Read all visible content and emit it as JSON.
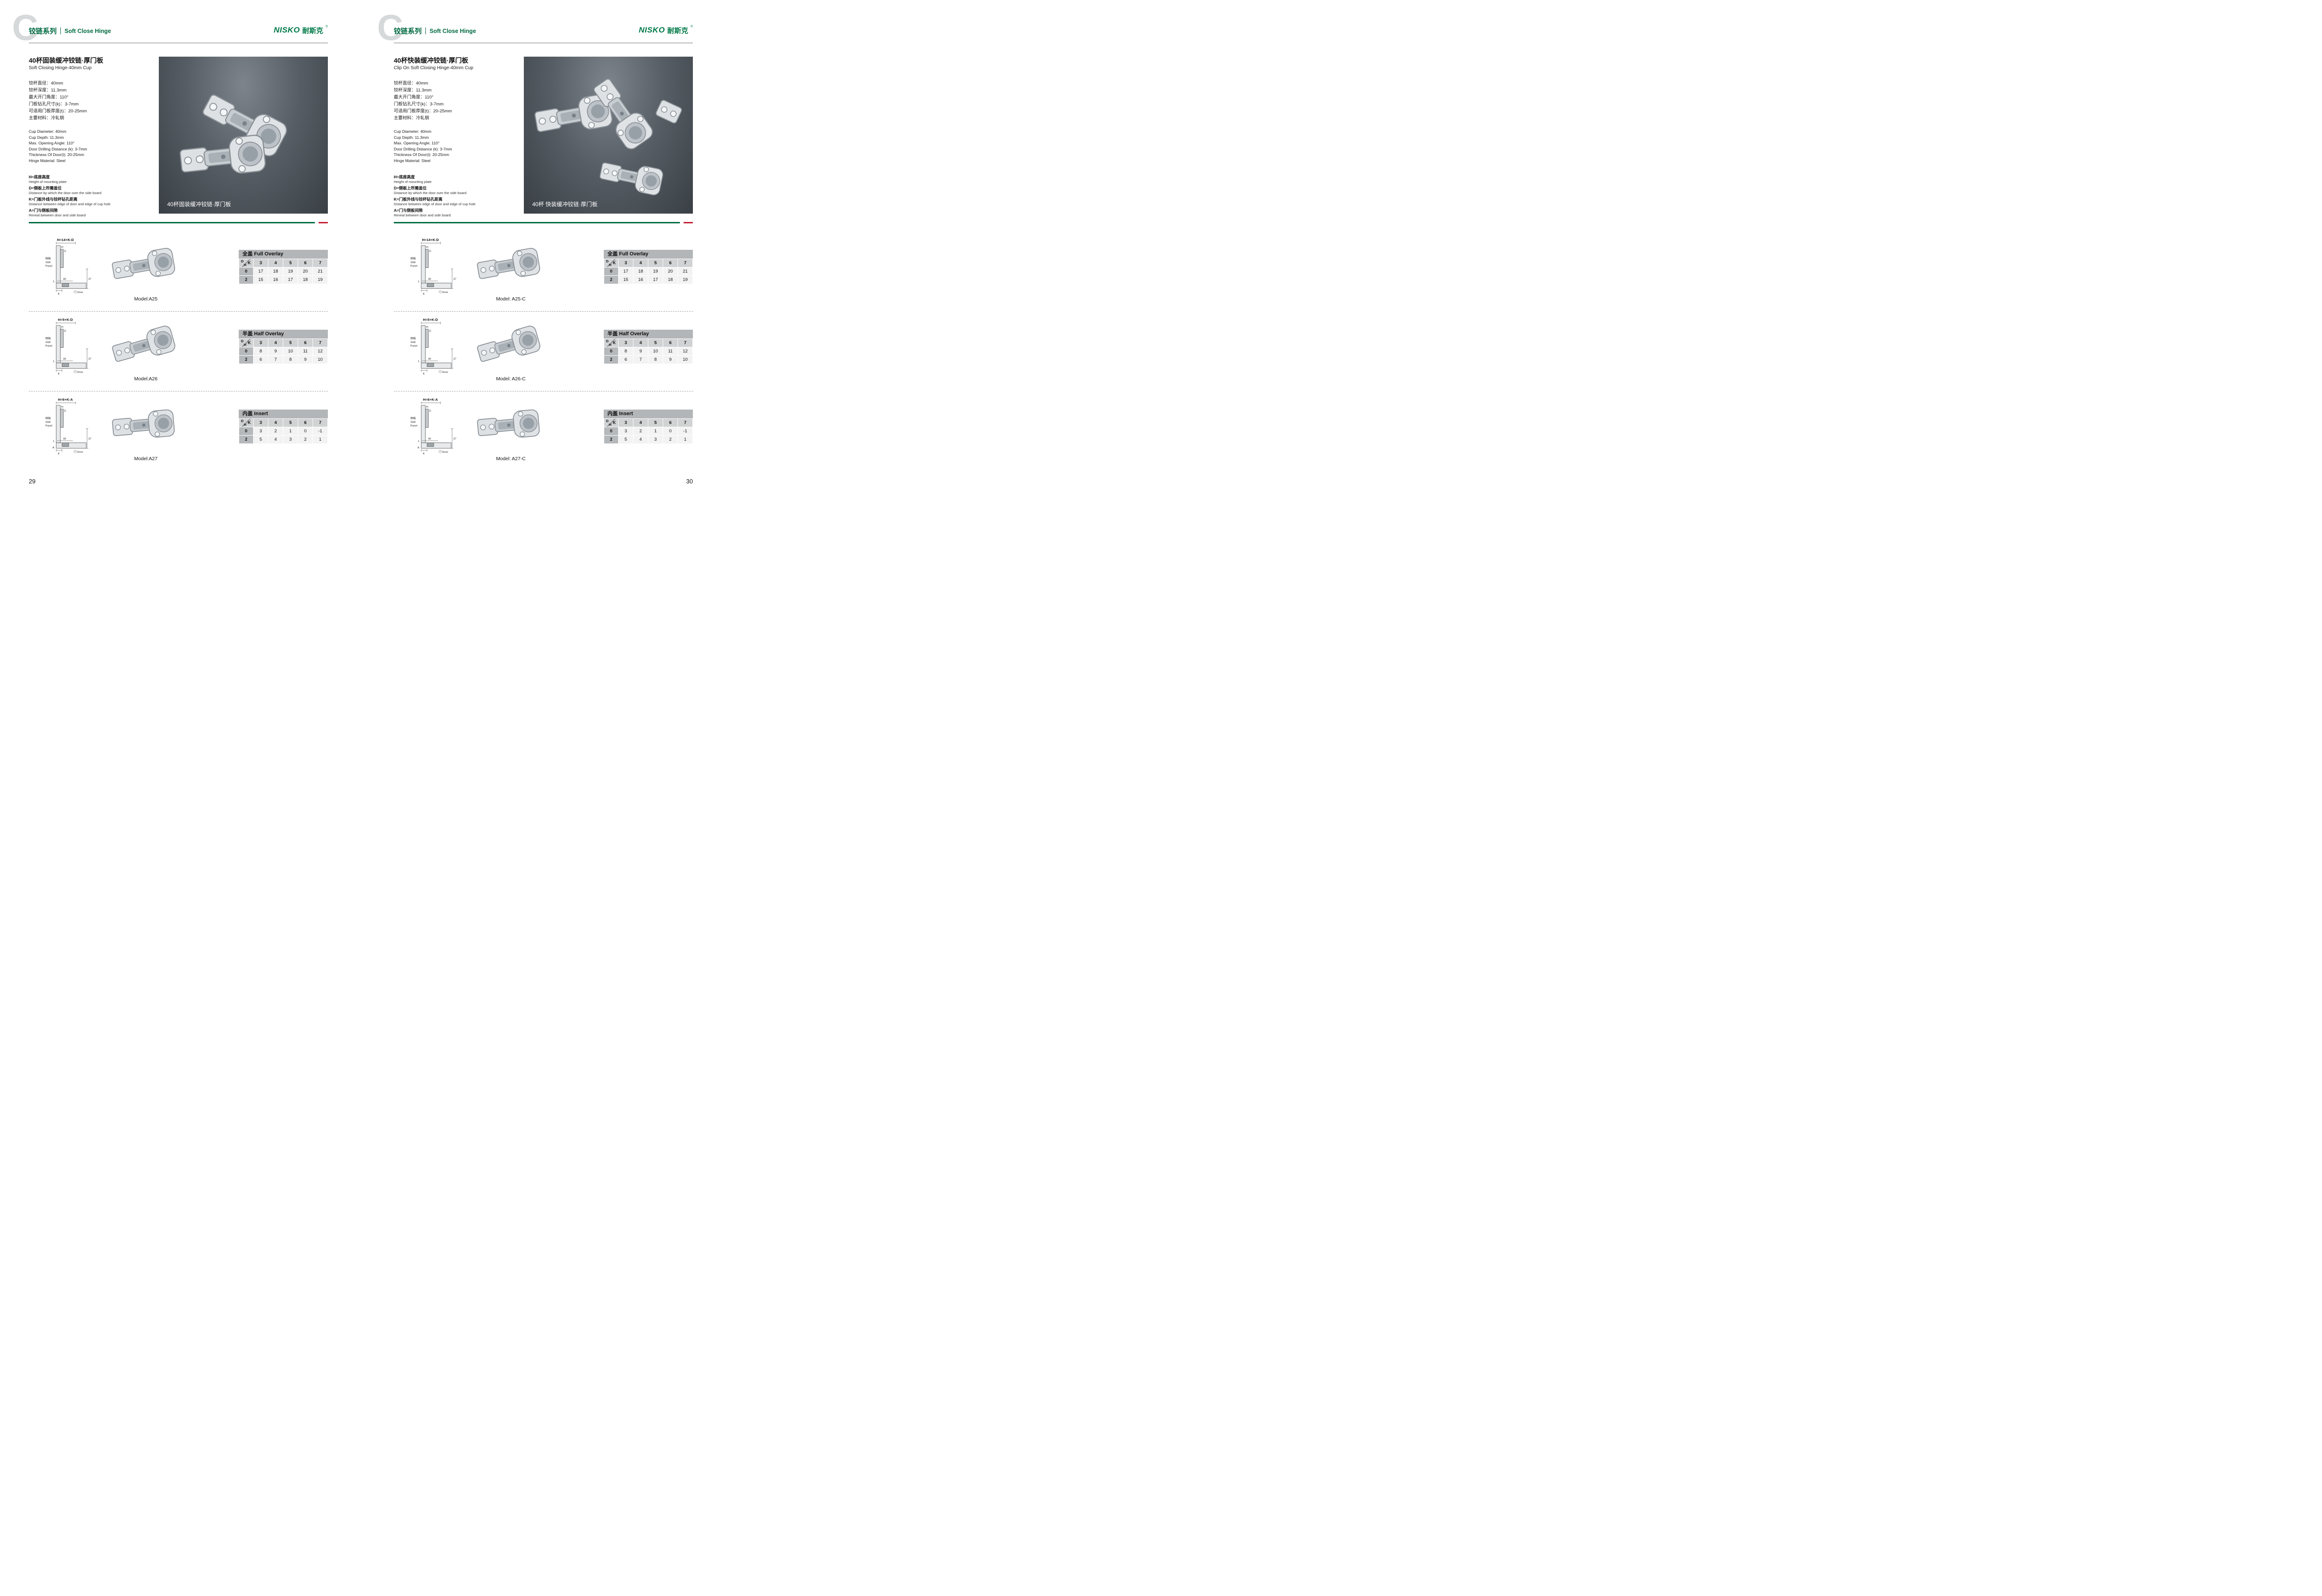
{
  "header": {
    "watermark_letter": "C",
    "series_cn": "铰链系列",
    "series_en": "Soft Close Hinge",
    "logo_en": "NISKO",
    "logo_cn": "耐斯克",
    "logo_reg": "®"
  },
  "diagram_labels": {
    "side_panel_cn": "侧板",
    "side_en_1": "Side",
    "side_en_2": "Panel",
    "door": "门 Door",
    "dim_37": "37",
    "dim_40": "40",
    "dim_1": "1",
    "k": "K",
    "d": "D",
    "h": "H"
  },
  "table_corner": {
    "d": "D",
    "h": "H",
    "k": "K"
  },
  "pages": [
    {
      "page_number": "29",
      "title_cn": "40杯固装缓冲铰链·厚门板",
      "title_en": "Soft Closing Hinge-40mm Cup",
      "specs_cn": [
        "铰杯直径：40mm",
        "铰杯深度：11.3mm",
        "最大开门角度：110°",
        "门板钻孔尺寸(k)：3-7mm",
        "可适用门板厚度(t)：20-25mm",
        "主要材料：冷轧钢"
      ],
      "specs_en": [
        "Cup Diameter: 40mm",
        "Cup Depth: 11.3mm",
        "Max. Opening Angle: 110°",
        "Door Drilling Distance (k): 3-7mm",
        "Thickness Of Door(t): 20-25mm",
        "Hinge Material: Steel"
      ],
      "legend": [
        {
          "cn": "H=底座高度",
          "en": "Height of mounting plate"
        },
        {
          "cn": "D=侧板上所需盖位",
          "en": "Distance by which the door over the side board"
        },
        {
          "cn": "K=门板外线与铰杯钻孔距离",
          "en": "Distance between edge of door and edge of cup hole"
        },
        {
          "cn": "A=门与侧板间隙",
          "en": "Reveal between door and side board"
        }
      ],
      "photo_caption": "40杯固装缓冲铰链·厚门板",
      "products": [
        {
          "formula": "H=14+K-D",
          "extra_label": "",
          "model": "Model:A25",
          "table": {
            "title": "全盖 Full Overlay",
            "k_values": [
              "3",
              "4",
              "5",
              "6",
              "7"
            ],
            "rows": [
              {
                "label": "0",
                "values": [
                  "17",
                  "18",
                  "19",
                  "20",
                  "21"
                ]
              },
              {
                "label": "2",
                "values": [
                  "15",
                  "16",
                  "17",
                  "18",
                  "19"
                ]
              }
            ]
          }
        },
        {
          "formula": "H=5+K-D",
          "extra_label": "",
          "model": "Model:A26",
          "table": {
            "title": "半盖 Half Overlay",
            "k_values": [
              "3",
              "4",
              "5",
              "6",
              "7"
            ],
            "rows": [
              {
                "label": "0",
                "values": [
                  "8",
                  "9",
                  "10",
                  "11",
                  "12"
                ]
              },
              {
                "label": "2",
                "values": [
                  "6",
                  "7",
                  "8",
                  "9",
                  "10"
                ]
              }
            ]
          }
        },
        {
          "formula": "H=6+K-A",
          "extra_label": "A",
          "model": "Model:A27",
          "table": {
            "title": "内盖 Insert",
            "k_values": [
              "3",
              "4",
              "5",
              "6",
              "7"
            ],
            "rows": [
              {
                "label": "0",
                "values": [
                  "3",
                  "2",
                  "1",
                  "0",
                  "-1"
                ]
              },
              {
                "label": "2",
                "values": [
                  "5",
                  "4",
                  "3",
                  "2",
                  "1"
                ]
              }
            ]
          }
        }
      ]
    },
    {
      "page_number": "30",
      "title_cn": "40杯快装缓冲铰链·厚门板",
      "title_en": "Clip On Soft Closing Hinge-40mm Cup",
      "specs_cn": [
        "铰杯直径：40mm",
        "铰杯深度：11.3mm",
        "最大开门角度：110°",
        "门板钻孔尺寸(k)：3-7mm",
        "可适用门板厚度(t)：20-25mm",
        "主要材料：冷轧钢"
      ],
      "specs_en": [
        "Cup Diameter: 40mm",
        "Cup Depth: 11.3mm",
        "Max. Opening Angle: 110°",
        "Door Drilling Distance (k): 3-7mm",
        "Thickness Of Door(t): 20-25mm",
        "Hinge Material: Steel"
      ],
      "legend": [
        {
          "cn": "H=底座高度",
          "en": "Height of mounting plate"
        },
        {
          "cn": "D=侧板上所需盖位",
          "en": "Distance by which the door over the side board"
        },
        {
          "cn": "K=门板外线与铰杯钻孔距离",
          "en": "Distance between edge of door and edge of cup hole"
        },
        {
          "cn": "A=门与侧板间隙",
          "en": "Reveal between door and side board"
        }
      ],
      "photo_caption": "40杯 快装缓冲铰链·厚门板",
      "products": [
        {
          "formula": "H=14+K-D",
          "extra_label": "",
          "model": "Model: A25-C",
          "table": {
            "title": "全盖 Full Overlay",
            "k_values": [
              "3",
              "4",
              "5",
              "6",
              "7"
            ],
            "rows": [
              {
                "label": "0",
                "values": [
                  "17",
                  "18",
                  "19",
                  "20",
                  "21"
                ]
              },
              {
                "label": "2",
                "values": [
                  "15",
                  "16",
                  "17",
                  "18",
                  "19"
                ]
              }
            ]
          }
        },
        {
          "formula": "H=5+K-D",
          "extra_label": "",
          "model": "Model: A26-C",
          "table": {
            "title": "半盖 Half Overlay",
            "k_values": [
              "3",
              "4",
              "5",
              "6",
              "7"
            ],
            "rows": [
              {
                "label": "0",
                "values": [
                  "8",
                  "9",
                  "10",
                  "11",
                  "12"
                ]
              },
              {
                "label": "2",
                "values": [
                  "6",
                  "7",
                  "8",
                  "9",
                  "10"
                ]
              }
            ]
          }
        },
        {
          "formula": "H=6+K-A",
          "extra_label": "A",
          "model": "Model: A27-C",
          "table": {
            "title": "内盖 Insert",
            "k_values": [
              "3",
              "4",
              "5",
              "6",
              "7"
            ],
            "rows": [
              {
                "label": "0",
                "values": [
                  "3",
                  "2",
                  "1",
                  "0",
                  "-1"
                ]
              },
              {
                "label": "2",
                "values": [
                  "5",
                  "4",
                  "3",
                  "2",
                  "1"
                ]
              }
            ]
          }
        }
      ]
    }
  ]
}
